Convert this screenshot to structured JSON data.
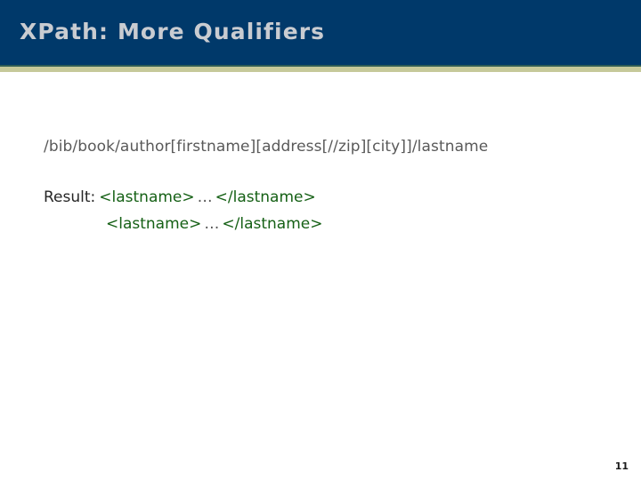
{
  "slide": {
    "title": "XPath: More Qualifiers",
    "page_number": "11",
    "colors": {
      "title_band": "#00396a",
      "title_text": "#c9ccd1",
      "accent_dark": "#2f5d55",
      "accent_khaki": "#c6c99a",
      "xpath_text": "#595959",
      "result_label_text": "#262626",
      "tag_green": "#156015",
      "background": "#ffffff"
    }
  },
  "content": {
    "xpath_expression": "/bib/book/author[firstname][address[//zip][city]]/lastname",
    "result": {
      "label": "Result:",
      "lines": [
        {
          "open_tag": "<lastname>",
          "ellipsis": "…",
          "close_tag": "</lastname>"
        },
        {
          "open_tag": "<lastname>",
          "ellipsis": "…",
          "close_tag": "</lastname>"
        }
      ]
    }
  }
}
